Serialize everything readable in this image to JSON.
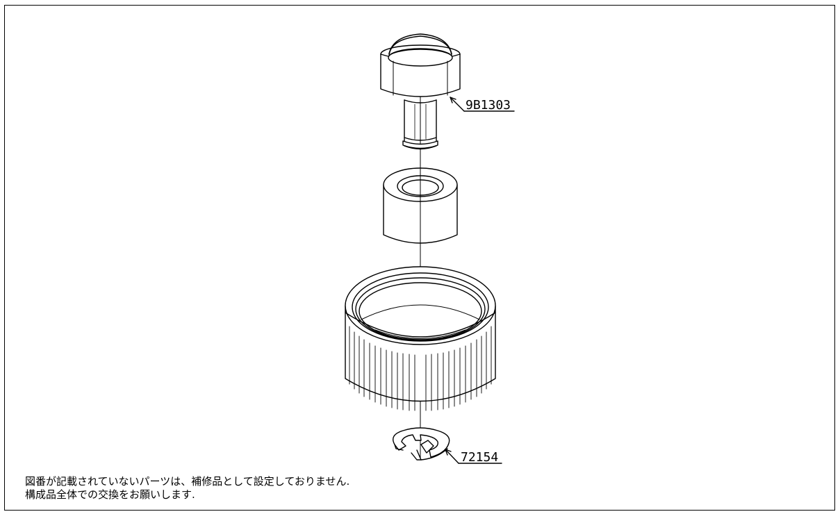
{
  "parts": [
    {
      "id": "9B1303",
      "label": "9B1303"
    },
    {
      "id": "72154",
      "label": "72154"
    }
  ],
  "notes": {
    "line1": "図番が記載されていないパーツは、補修品として設定しておりません.",
    "line2": "構成品全体での交換をお願いします."
  }
}
